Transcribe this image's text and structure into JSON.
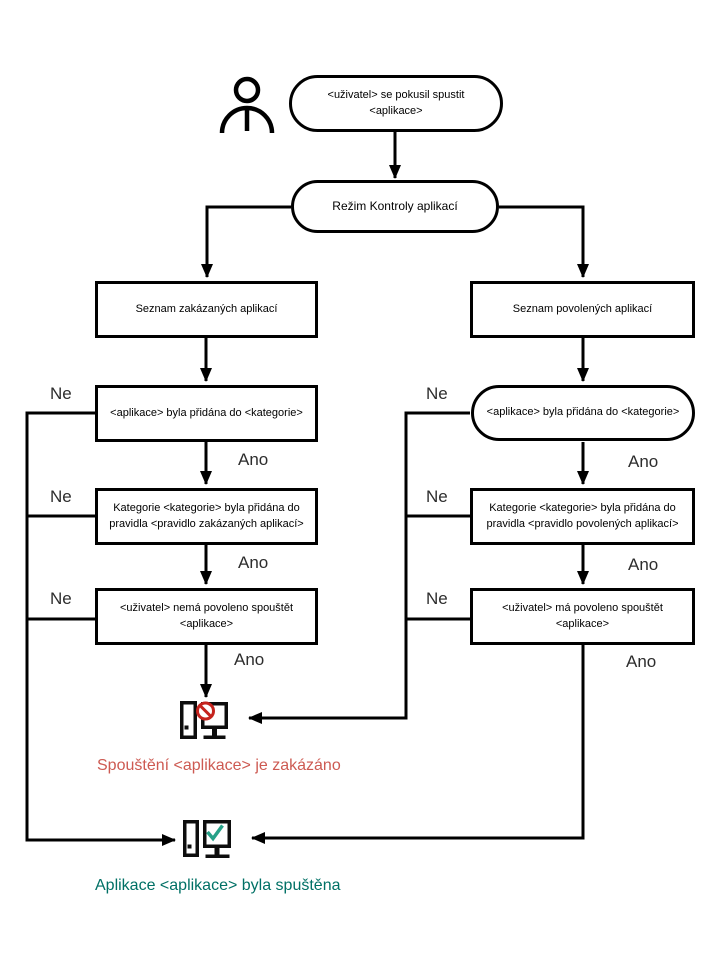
{
  "labels": {
    "yes": "Ano",
    "no": "Ne"
  },
  "nodes": {
    "start": {
      "text": "<uživatel> se pokusil spustit\n<aplikace>",
      "shape": "stadium"
    },
    "mode": {
      "text": "Režim Kontroly aplikací",
      "shape": "stadium"
    },
    "denylist": {
      "text": "Seznam zakázaných aplikací",
      "shape": "rect"
    },
    "deny_category": {
      "text": "<aplikace> byla přidána do <kategorie>",
      "shape": "rect"
    },
    "deny_rule": {
      "text": "Kategorie <kategorie> byla přidána do\npravidla <pravidlo zakázaných aplikací>",
      "shape": "rect"
    },
    "deny_user": {
      "text": "<uživatel> nemá povoleno spouštět\n<aplikace>",
      "shape": "rect"
    },
    "allowlist": {
      "text": "Seznam povolených aplikací",
      "shape": "rect"
    },
    "allow_category": {
      "text": "<aplikace> byla přidána do <kategorie>",
      "shape": "stadium"
    },
    "allow_rule": {
      "text": "Kategorie <kategorie> byla přidána do\npravidla <pravidlo povolených aplikací>",
      "shape": "rect"
    },
    "allow_user": {
      "text": "<uživatel> má povoleno spouštět\n<aplikace>",
      "shape": "rect"
    }
  },
  "results": {
    "denied": {
      "text": "Spouštění <aplikace> je zakázáno",
      "color": "#cd5a52"
    },
    "launched": {
      "text": "Aplikace <aplikace> byla spuštěna",
      "color": "#007065"
    }
  },
  "icons": {
    "user": "user-icon",
    "blocked": "computer-blocked-icon",
    "launched": "computer-launched-icon",
    "blocked_accent": "#c5231d",
    "launched_accent": "#26a188",
    "line_color": "#000000"
  }
}
